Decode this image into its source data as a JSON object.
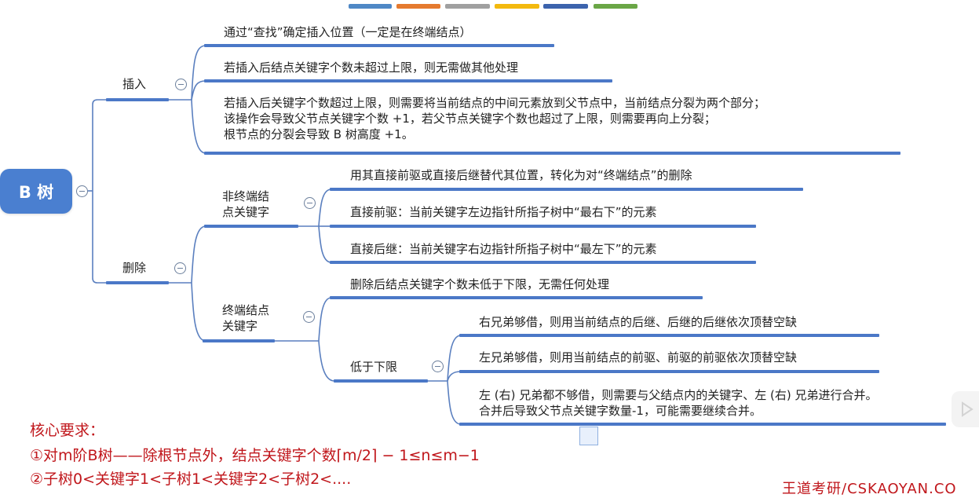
{
  "toolbar": {
    "color_bars": [
      {
        "name": "blue",
        "color": "#4f88c6"
      },
      {
        "name": "orange",
        "color": "#e57a2f"
      },
      {
        "name": "gray",
        "color": "#a0a0a0"
      },
      {
        "name": "yellow",
        "color": "#f3b90e"
      },
      {
        "name": "dark-blue",
        "color": "#3c63ad"
      },
      {
        "name": "green",
        "color": "#6aa646"
      }
    ]
  },
  "mindmap": {
    "root": "B 树",
    "insert": {
      "label": "插入",
      "children": [
        "通过“查找”确定插入位置（一定是在终端结点）",
        "若插入后结点关键字个数未超过上限，则无需做其他处理",
        "若插入后关键字个数超过上限，则需要将当前结点的中间元素放到父节点中，当前结点分裂为两个部分；\n该操作会导致父节点关键字个数 +1，若父节点关键字个数也超过了上限，则需要再向上分裂；\n根节点的分裂会导致 B 树高度 +1。"
      ]
    },
    "delete": {
      "label": "删除",
      "non_terminal": {
        "label": "非终端结\n点关键字",
        "children": [
          "用其直接前驱或直接后继替代其位置，转化为对“终端结点”的删除",
          "直接前驱：当前关键字左边指针所指子树中“最右下”的元素",
          "直接后继：当前关键字右边指针所指子树中“最左下”的元素"
        ]
      },
      "terminal": {
        "label": "终端结点\n关键字",
        "children": [
          "删除后结点关键字个数未低于下限，无需任何处理"
        ],
        "below_limit": {
          "label": "低于下限",
          "children": [
            "右兄弟够借，则用当前结点的后继、后继的后继依次顶替空缺",
            "左兄弟够借，则用当前结点的前驱、前驱的前驱依次顶替空缺",
            "左 (右) 兄弟都不够借，则需要与父结点内的关键字、左 (右) 兄弟进行合并。\n合并后导致父节点关键字数量-1，可能需要继续合并。"
          ]
        }
      }
    }
  },
  "notes": {
    "title": "核心要求：",
    "line1": "①对m阶B树——除根节点外，结点关键字个数⌈m/2⌉ − 1≤n≤m−1",
    "line2": "②子树0<关键字1<子树1<关键字2<子树2<...."
  },
  "watermark": "王道考研/CSKAOYAN.CO"
}
